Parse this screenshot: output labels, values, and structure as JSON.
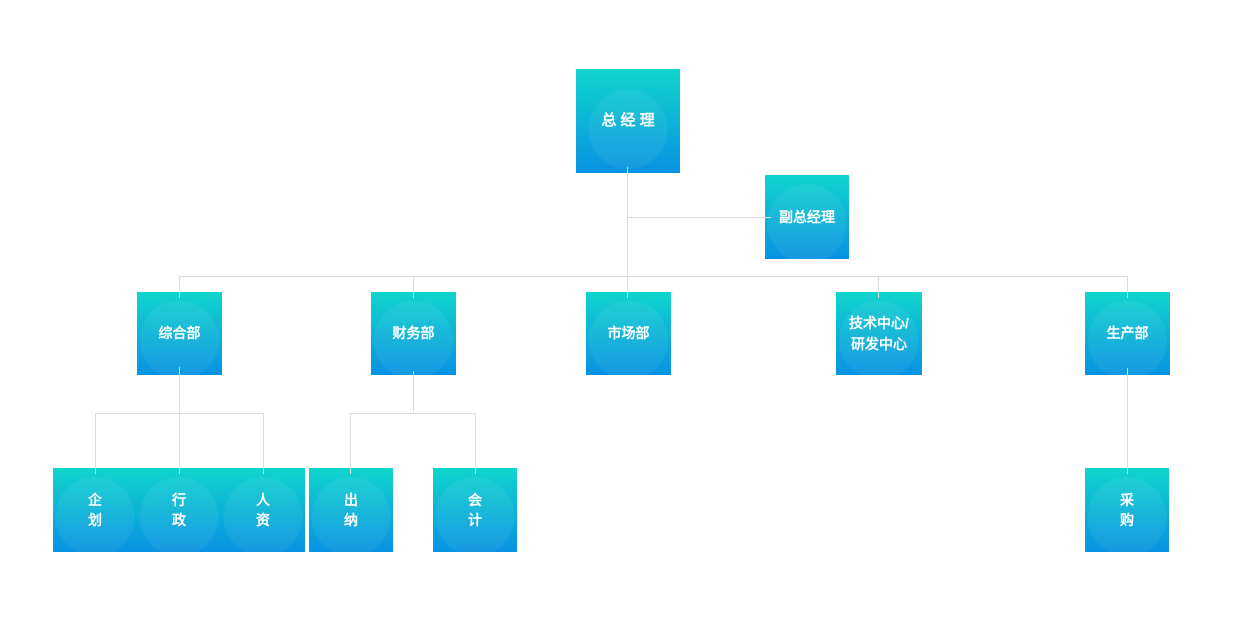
{
  "org": {
    "nodes": {
      "ceo": {
        "label": "总 经 理"
      },
      "deputy": {
        "label": "副总经理"
      },
      "general": {
        "label": "综合部"
      },
      "finance": {
        "label": "财务部"
      },
      "market": {
        "label": "市场部"
      },
      "tech": {
        "label": "技术中心/\n研发中心"
      },
      "production": {
        "label": "生产部"
      },
      "planning": {
        "label": "企\n划"
      },
      "admin": {
        "label": "行\n政"
      },
      "hr": {
        "label": "人\n资"
      },
      "cashier": {
        "label": "出\n纳"
      },
      "accounting": {
        "label": "会\n计"
      },
      "purchasing": {
        "label": "采\n购"
      }
    },
    "edges": [
      [
        "ceo",
        "deputy"
      ],
      [
        "ceo",
        "general"
      ],
      [
        "ceo",
        "finance"
      ],
      [
        "ceo",
        "market"
      ],
      [
        "ceo",
        "tech"
      ],
      [
        "ceo",
        "production"
      ],
      [
        "general",
        "planning"
      ],
      [
        "general",
        "admin"
      ],
      [
        "general",
        "hr"
      ],
      [
        "finance",
        "cashier"
      ],
      [
        "finance",
        "accounting"
      ],
      [
        "production",
        "purchasing"
      ]
    ],
    "colors": {
      "box_gradient_top": "#10d5cd",
      "box_gradient_bottom": "#0892e2",
      "connector": "#dcdcdc",
      "text": "#ffffff",
      "background": "#ffffff"
    }
  }
}
